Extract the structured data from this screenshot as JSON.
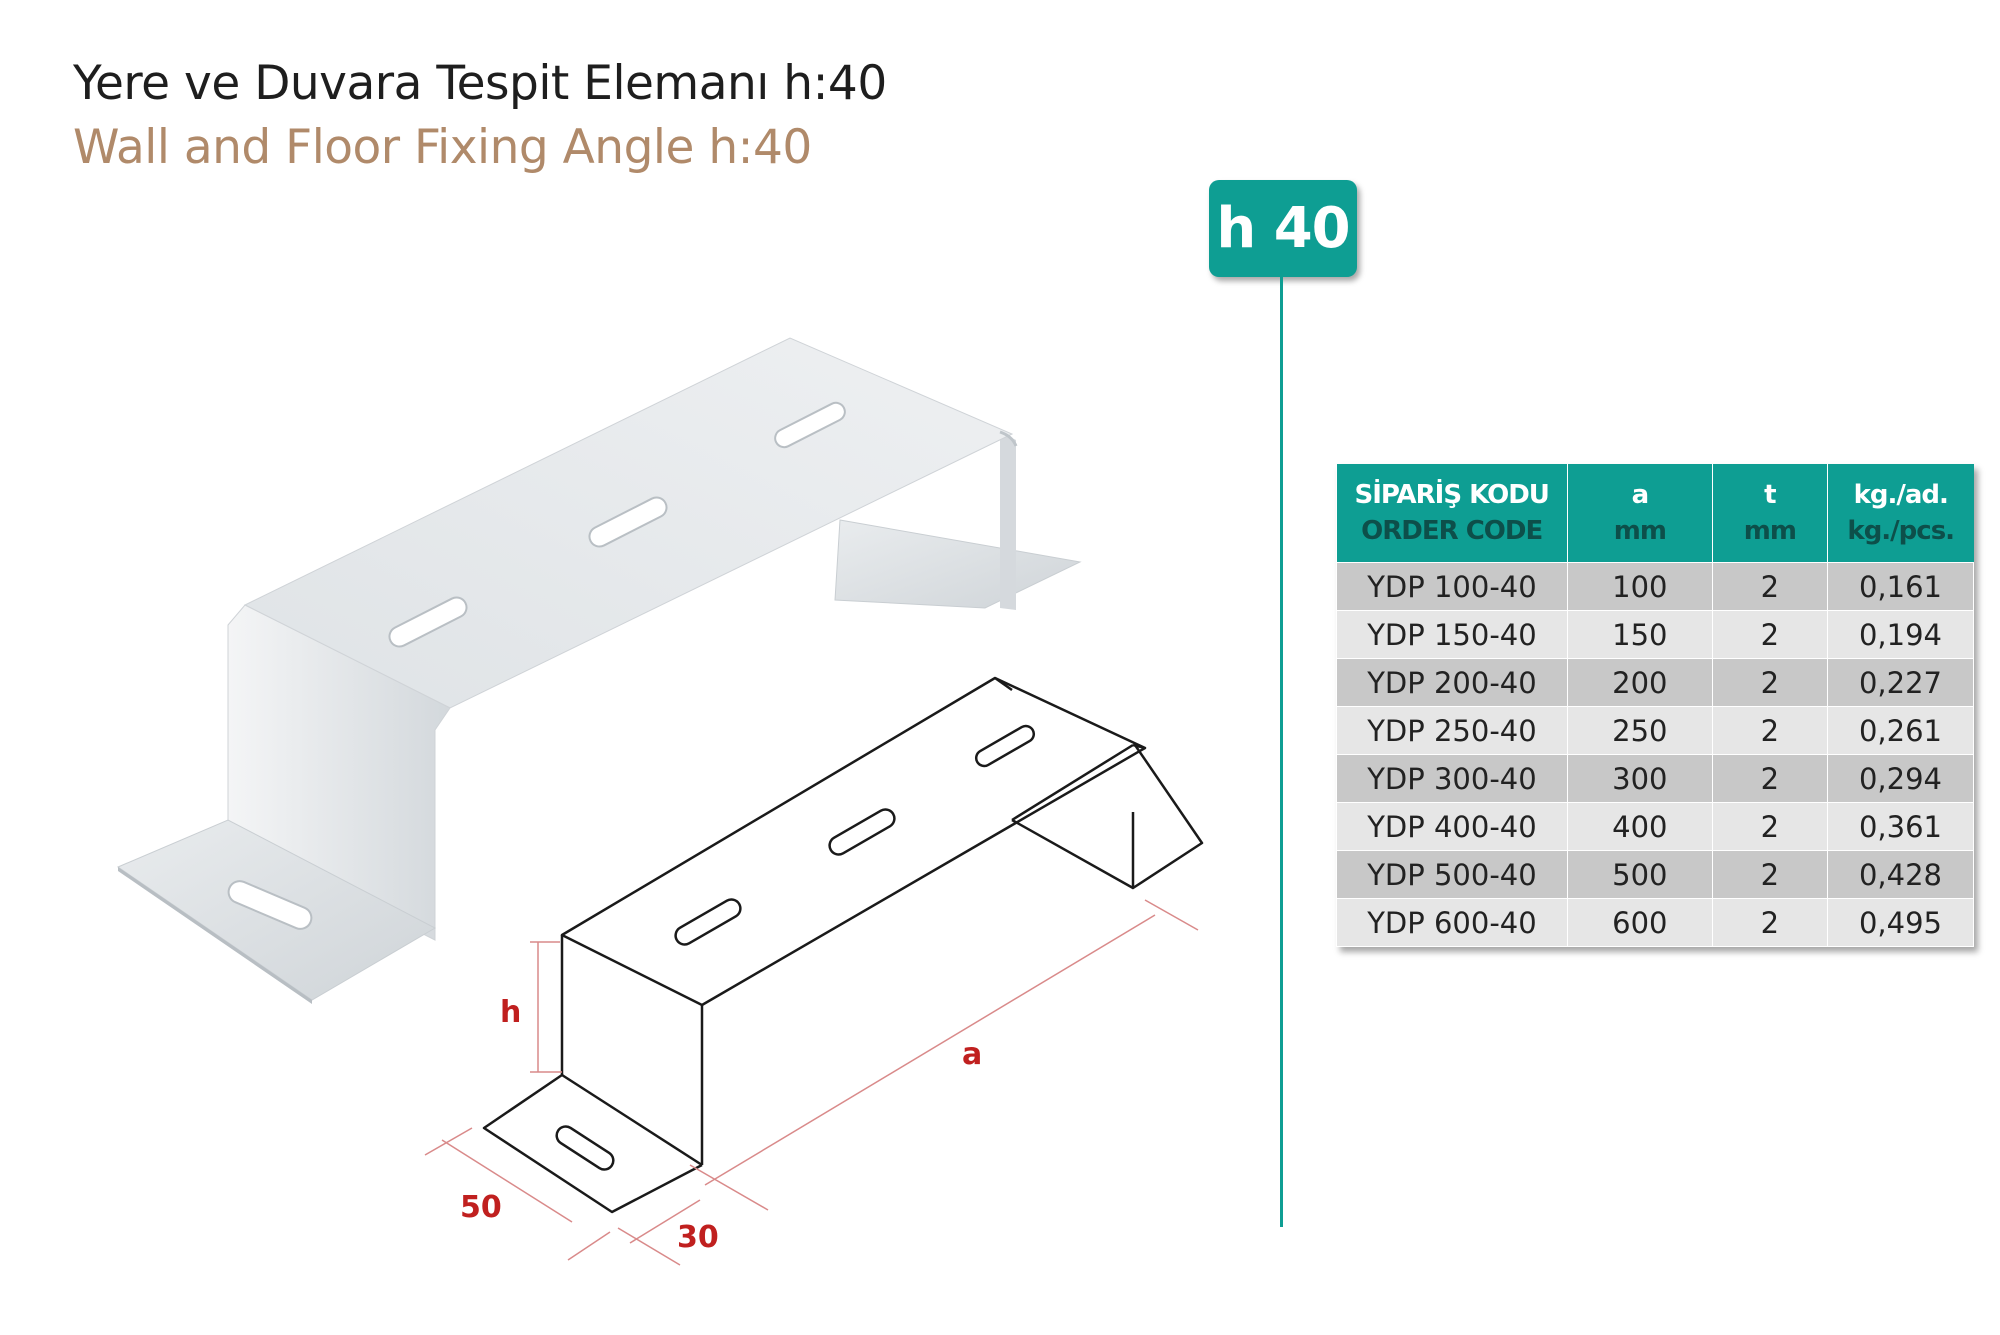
{
  "title": {
    "tr": "Yere ve Duvara Tespit Elemanı h:40",
    "en": "Wall and Floor Fixing Angle h:40"
  },
  "badge": "h 40",
  "colors": {
    "teal": "#0e9e93",
    "english_title": "#b08a6a",
    "dimension_red": "#c0201f"
  },
  "dimensions": {
    "h": "h",
    "a": "a",
    "w50": "50",
    "w30": "30"
  },
  "table": {
    "headers": [
      {
        "line1": "SİPARİŞ KODU",
        "line2": "ORDER CODE"
      },
      {
        "line1": "a",
        "line2": "mm"
      },
      {
        "line1": "t",
        "line2": "mm"
      },
      {
        "line1": "kg./ad.",
        "line2": "kg./pcs."
      }
    ],
    "rows": [
      [
        "YDP 100-40",
        "100",
        "2",
        "0,161"
      ],
      [
        "YDP 150-40",
        "150",
        "2",
        "0,194"
      ],
      [
        "YDP 200-40",
        "200",
        "2",
        "0,227"
      ],
      [
        "YDP 250-40",
        "250",
        "2",
        "0,261"
      ],
      [
        "YDP 300-40",
        "300",
        "2",
        "0,294"
      ],
      [
        "YDP 400-40",
        "400",
        "2",
        "0,361"
      ],
      [
        "YDP 500-40",
        "500",
        "2",
        "0,428"
      ],
      [
        "YDP 600-40",
        "600",
        "2",
        "0,495"
      ]
    ]
  }
}
